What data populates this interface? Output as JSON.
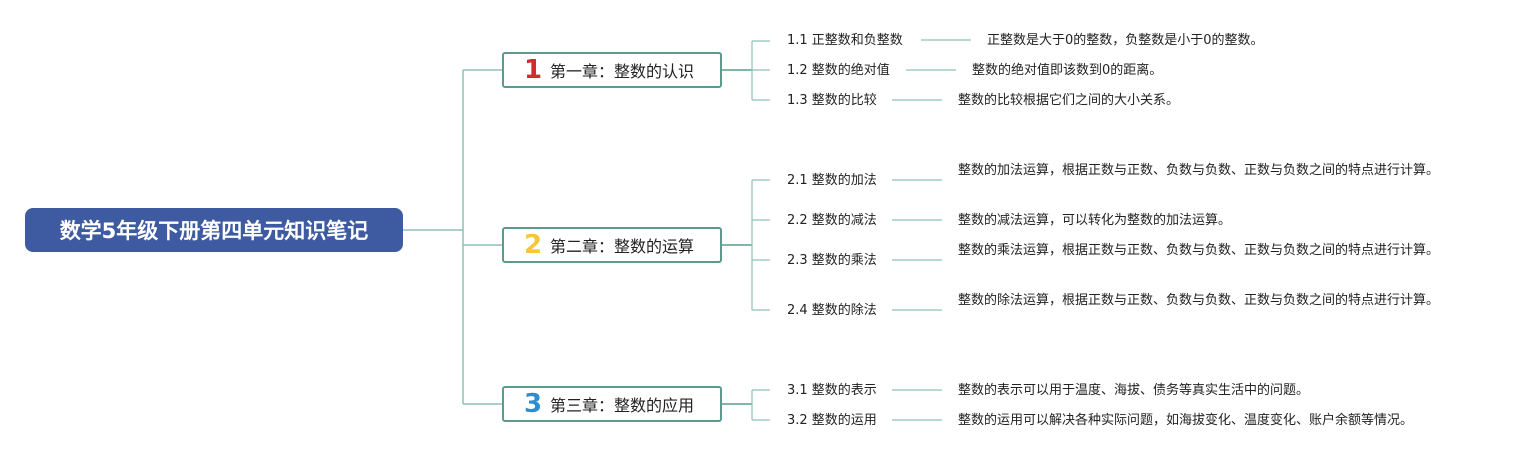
{
  "root": {
    "title": "数学5年级下册第四单元知识笔记"
  },
  "colors": {
    "root_bg": "#3e5aa0",
    "chapter_border": "#5b9b8f",
    "connector": "#8fc1b6",
    "num_1": "#d32a2f",
    "num_2": "#f5c637",
    "num_3": "#2a8fd2"
  },
  "chapters": [
    {
      "num": "1",
      "title": "第一章：整数的认识",
      "topics": [
        {
          "label": "1.1 正整数和负整数",
          "detail": "正整数是大于0的整数，负整数是小于0的整数。"
        },
        {
          "label": "1.2 整数的绝对值",
          "detail": "整数的绝对值即该数到0的距离。"
        },
        {
          "label": "1.3 整数的比较",
          "detail": "整数的比较根据它们之间的大小关系。"
        }
      ]
    },
    {
      "num": "2",
      "title": "第二章：整数的运算",
      "topics": [
        {
          "label": "2.1 整数的加法",
          "detail": "整数的加法运算，根据正数与正数、负数与负数、正数与负数之间的特点进行计算。"
        },
        {
          "label": "2.2 整数的减法",
          "detail": "整数的减法运算，可以转化为整数的加法运算。"
        },
        {
          "label": "2.3 整数的乘法",
          "detail": "整数的乘法运算，根据正数与正数、负数与负数、正数与负数之间的特点进行计算。"
        },
        {
          "label": "2.4 整数的除法",
          "detail": "整数的除法运算，根据正数与正数、负数与负数、正数与负数之间的特点进行计算。"
        }
      ]
    },
    {
      "num": "3",
      "title": "第三章：整数的应用",
      "topics": [
        {
          "label": "3.1 整数的表示",
          "detail": "整数的表示可以用于温度、海拔、债务等真实生活中的问题。"
        },
        {
          "label": "3.2 整数的运用",
          "detail": "整数的运用可以解决各种实际问题，如海拔变化、温度变化、账户余额等情况。"
        }
      ]
    }
  ]
}
